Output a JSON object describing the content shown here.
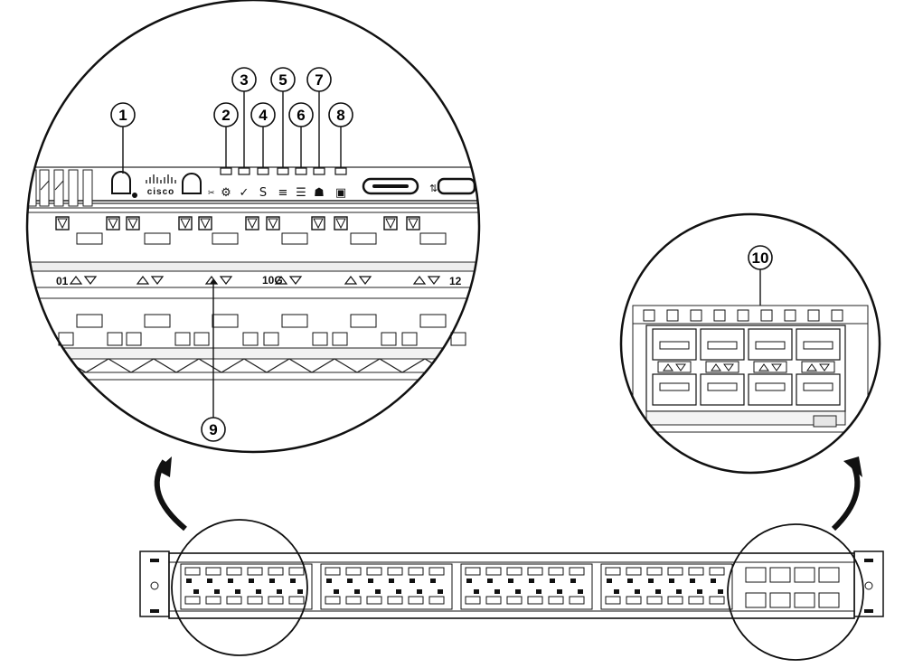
{
  "figure": {
    "brand": "cisco",
    "port_labels": {
      "first": "01",
      "speed": "10G",
      "last": "12"
    },
    "callouts": [
      {
        "number": "1",
        "target": "console-port"
      },
      {
        "number": "2",
        "target": "beacon-led"
      },
      {
        "number": "3",
        "target": "status-led"
      },
      {
        "number": "4",
        "target": "system-led"
      },
      {
        "number": "5",
        "target": "stack-led"
      },
      {
        "number": "6",
        "target": "fan-led"
      },
      {
        "number": "7",
        "target": "network-led"
      },
      {
        "number": "8",
        "target": "console-led"
      },
      {
        "number": "9",
        "target": "port-led"
      },
      {
        "number": "10",
        "target": "uplink-port-led"
      }
    ],
    "colors": {
      "line": "#1a1a1a",
      "fill": "#ffffff",
      "shade": "#e6e6e6",
      "dark": "#333333"
    }
  }
}
